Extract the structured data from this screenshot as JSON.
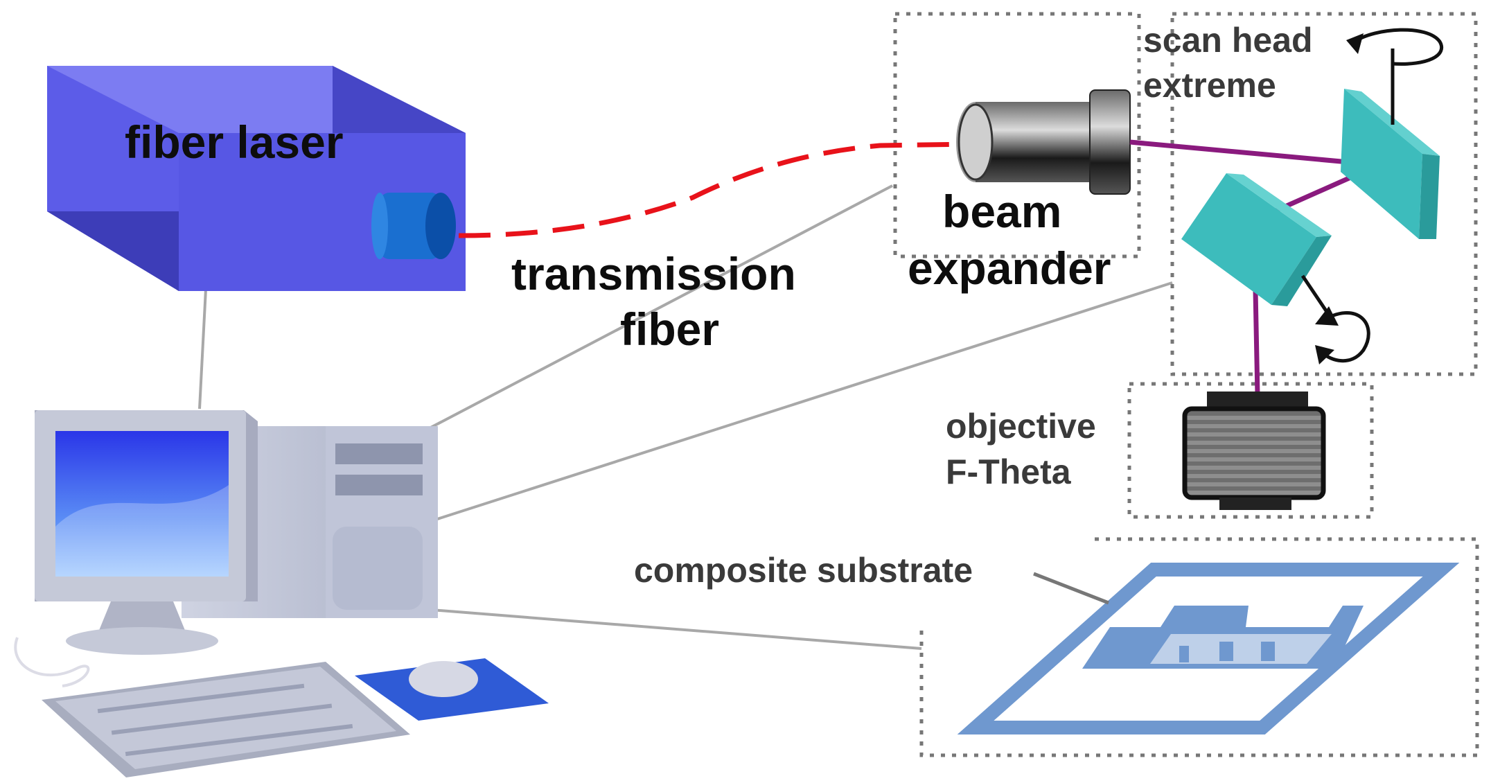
{
  "labels": {
    "fiber_laser": "fiber laser",
    "transmission_fiber_line1": "transmission",
    "transmission_fiber_line2": "fiber",
    "beam_expander_line1": "beam",
    "beam_expander_line2": "expander",
    "scan_head_line1": "scan head",
    "scan_head_line2": "extreme",
    "objective_line1": "objective",
    "objective_line2": "F-Theta",
    "composite_substrate": "composite substrate"
  },
  "colors": {
    "laser_body": "#5b5bea",
    "fiber": "#e8121a",
    "beam": "#8a1a7e",
    "mirror": "#3dbcbc",
    "substrate": "#6f98cf",
    "connector": "#a8a8a8"
  },
  "icons": {
    "laser": "fiber-laser-box",
    "computer": "desktop-computer",
    "expander": "beam-expander-cylinder",
    "mirrors": "galvo-mirror",
    "lens": "f-theta-lens",
    "workpiece": "substrate-pattern"
  }
}
